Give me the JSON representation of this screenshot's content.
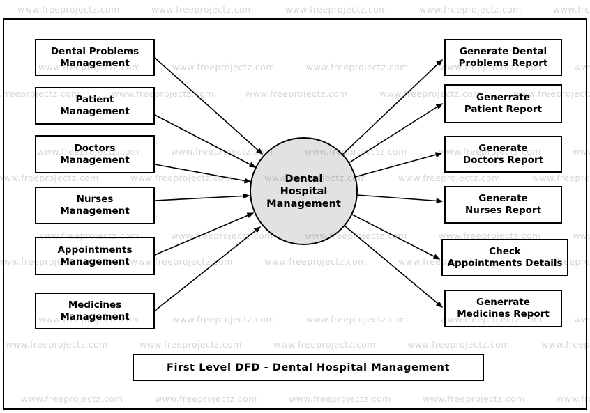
{
  "watermark": {
    "text": "www.freeprojectz.com"
  },
  "colors": {
    "ink": "#000000",
    "process_fill": "#e2e2e2",
    "watermark_gray": "#d4d4d4",
    "background": "#ffffff"
  },
  "process": {
    "line1": "Dental",
    "line2": "Hospital",
    "line3": "Management"
  },
  "left_entities": [
    {
      "line1": "Dental Problems",
      "line2": "Management"
    },
    {
      "line1": "Patient",
      "line2": "Management"
    },
    {
      "line1": "Doctors",
      "line2": "Management"
    },
    {
      "line1": "Nurses",
      "line2": "Management"
    },
    {
      "line1": "Appointments",
      "line2": "Management"
    },
    {
      "line1": "Medicines",
      "line2": "Management"
    }
  ],
  "right_entities": [
    {
      "line1": "Generate Dental",
      "line2": "Problems Report"
    },
    {
      "line1": "Generrate",
      "line2": "Patient Report"
    },
    {
      "line1": "Generate",
      "line2": "Doctors Report"
    },
    {
      "line1": "Generate",
      "line2": "Nurses Report"
    },
    {
      "line1": "Check",
      "line2": "Appointments Details"
    },
    {
      "line1": "Generrate",
      "line2": "Medicines Report"
    }
  ],
  "caption": "First Level DFD - Dental Hospital Management"
}
